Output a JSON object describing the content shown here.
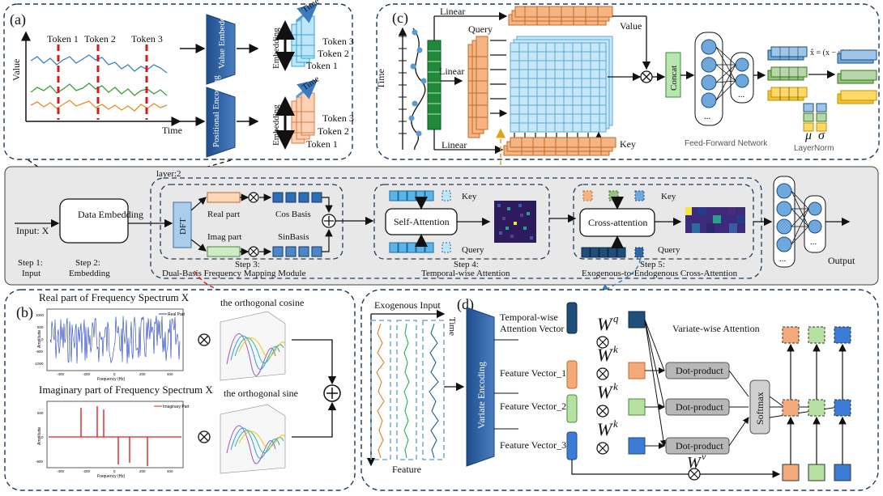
{
  "panel_a": {
    "label": "(a)",
    "value_axis": "Value",
    "time_axis": "Time",
    "token1": "Token 1",
    "token2": "Token 2",
    "token3": "Token 3",
    "value_embedding": "Value Embedding",
    "positional_encoding": "Positional Encoding",
    "cube_time": "Time",
    "cube_embedding": "Embedding",
    "cube_token3": "Token 3",
    "cube_token2": "Token 2",
    "cube_token1": "Token 1"
  },
  "panel_c": {
    "label": "(c)",
    "linear": "Linear",
    "query": "Query",
    "value": "Value",
    "key": "Key",
    "time": "Time",
    "concat": "Concat",
    "ffn": "Feed-Forward Network",
    "layernorm": "LayerNorm",
    "dots": "...",
    "norm_formula": "x̂ = (x − μ) / σ",
    "mu": "μ",
    "sigma": "σ"
  },
  "pipeline": {
    "layer": "layer:2",
    "input": "Input:  X",
    "data_embedding": "Data Embedding",
    "dft": "DFT",
    "real_part": "Real part",
    "imag_part": "Imag part",
    "cos_basis": "Cos Basis",
    "sin_basis": "SinBasis",
    "self_attention": "Self-Attention",
    "cross_attention": "Cross-attention",
    "key": "Key",
    "query": "Query",
    "output": "Output",
    "step1": "Step 1:",
    "step1b": "Input",
    "step2": "Step 2:",
    "step2b": "Embedding",
    "step3": "Step 3:",
    "step3b": "Dual-Basis Frequency Mapping Module",
    "step4": "Step 4:",
    "step4b": "Temporal-wise Attention",
    "step5": "Step 5:",
    "step5b": "Exogenous-to-Endogenous Cross-Attention",
    "dots": "..."
  },
  "panel_b": {
    "label": "(b)",
    "real_title": "Real part of Frequency Spectrum X",
    "imag_title": "Imaginary part of Frequency Spectrum X",
    "cos_title": "the orthogonal cosine",
    "sin_title": "the orthogonal sine",
    "real_legend": "Real Part",
    "imag_legend": "Imaginary Part",
    "amplitude": "Amplitude",
    "frequency": "Frequency (Hz)",
    "real_yticks": [
      "1000",
      "500",
      "0",
      "-500",
      "-1000"
    ],
    "imag_yticks": [
      "500",
      "0",
      "-500"
    ],
    "xticks": [
      "-400",
      "-200",
      "0",
      "200",
      "400"
    ]
  },
  "panel_d": {
    "label": "(d)",
    "exogenous_input": "Exogenous Input",
    "time": "Time",
    "feature": "Feature",
    "variate_encoding": "Variate Encoding",
    "temporal_vector_1": "Temporal-wise",
    "temporal_vector_2": "Attention Vector",
    "feature1": "Feature Vector_1",
    "feature2": "Feature Vector_2",
    "feature3": "Feature Vector_3",
    "variate_attention": "Variate-wise Attention",
    "dot_product": "Dot-product",
    "softmax": "Softmax",
    "wq": "W",
    "wq_sup": "q",
    "wk": "W",
    "wk_sup": "k",
    "wv": "W",
    "wv_sup": "v"
  },
  "colors": {
    "blue_cube": "#a9d8f2",
    "orange_cube": "#f4b483",
    "green": "#3a9e4a",
    "dark_blue": "#1f4e79",
    "feature_orange": "#f3a97a",
    "feature_green": "#b7e1a1",
    "feature_blue": "#3d7cd6",
    "panel_bg": "#e8e8e8"
  }
}
